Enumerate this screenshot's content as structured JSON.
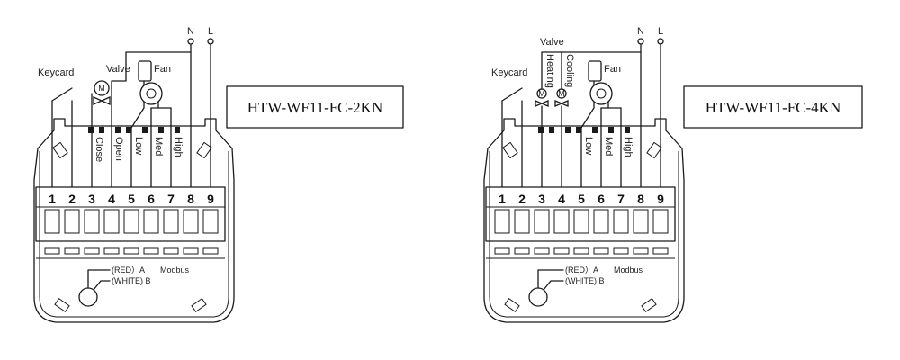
{
  "diagrams": [
    {
      "model": "HTW-WF11-FC-2KN",
      "labels": {
        "keycard": "Keycard",
        "valve": "Valve",
        "fan": "Fan",
        "neutral": "N",
        "line": "L",
        "valve_symbol": "M",
        "modbus": "Modbus",
        "modbus_a": "(RED）A",
        "modbus_b": "(WHITE) B"
      },
      "terminal_labels": [
        "Close",
        "Open",
        "Low",
        "Med",
        "High"
      ],
      "terminal_numbers": [
        "1",
        "2",
        "3",
        "4",
        "5",
        "6",
        "7",
        "8",
        "9"
      ]
    },
    {
      "model": "HTW-WF11-FC-4KN",
      "labels": {
        "keycard": "Keycard",
        "valve": "Valve",
        "fan": "Fan",
        "neutral": "N",
        "line": "L",
        "valve_symbol": "M",
        "modbus": "Modbus",
        "modbus_a": "(RED）A",
        "modbus_b": "(WHITE) B"
      },
      "valve_labels": [
        "Heating",
        "Cooling"
      ],
      "terminal_labels": [
        "Low",
        "Med",
        "High"
      ],
      "terminal_numbers": [
        "1",
        "2",
        "3",
        "4",
        "5",
        "6",
        "7",
        "8",
        "9"
      ]
    }
  ]
}
